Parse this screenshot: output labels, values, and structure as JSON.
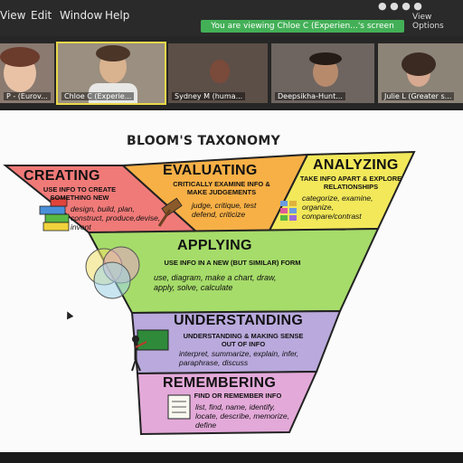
{
  "menu": {
    "items": [
      "View",
      "Edit",
      "Window",
      "Help"
    ]
  },
  "banner": {
    "text": "You are viewing Chloe C (Experien...'s screen"
  },
  "view_options": "View Options",
  "participants": [
    {
      "name": "P - (Eurov..."
    },
    {
      "name": "Chloe C (Experie..."
    },
    {
      "name": "Sydney M (huma..."
    },
    {
      "name": "Deepsikha-Hunt..."
    },
    {
      "name": "Julie L (Greater s..."
    }
  ],
  "slide": {
    "title": "BLOOM'S TAXONOMY",
    "levels": {
      "creating": {
        "name": "CREATING",
        "subtitle": "USE INFO TO CREATE SOMETHING NEW",
        "verbs": "design, build, plan, construct, produce,devise, invent",
        "color": "#f07a78"
      },
      "evaluating": {
        "name": "EVALUATING",
        "subtitle": "CRITICALLY EXAMINE INFO & MAKE JUDGEMENTS",
        "verbs": "judge, critique, test defend, criticize",
        "color": "#f7b046"
      },
      "analyzing": {
        "name": "ANALYZING",
        "subtitle": "TAKE INFO APART & EXPLORE RELATIONSHIPS",
        "verbs": "categorize, examine, organize, compare/contrast",
        "color": "#f2e85a"
      },
      "applying": {
        "name": "APPLYING",
        "subtitle": "USE INFO IN A NEW (BUT SIMILAR) FORM",
        "verbs": "use, diagram, make a chart, draw, apply, solve, calculate",
        "color": "#a6dc6a"
      },
      "understanding": {
        "name": "UNDERSTANDING",
        "subtitle": "UNDERSTANDING & MAKING SENSE OUT OF INFO",
        "verbs": "interpret, summarize, explain, infer, paraphrase, discuss",
        "color": "#b9a9dc"
      },
      "remembering": {
        "name": "REMEMBERING",
        "subtitle": "FIND OR REMEMBER INFO",
        "verbs": "list, find, name, identify, locate, describe, memorize, define",
        "color": "#e3a9d9"
      }
    }
  }
}
